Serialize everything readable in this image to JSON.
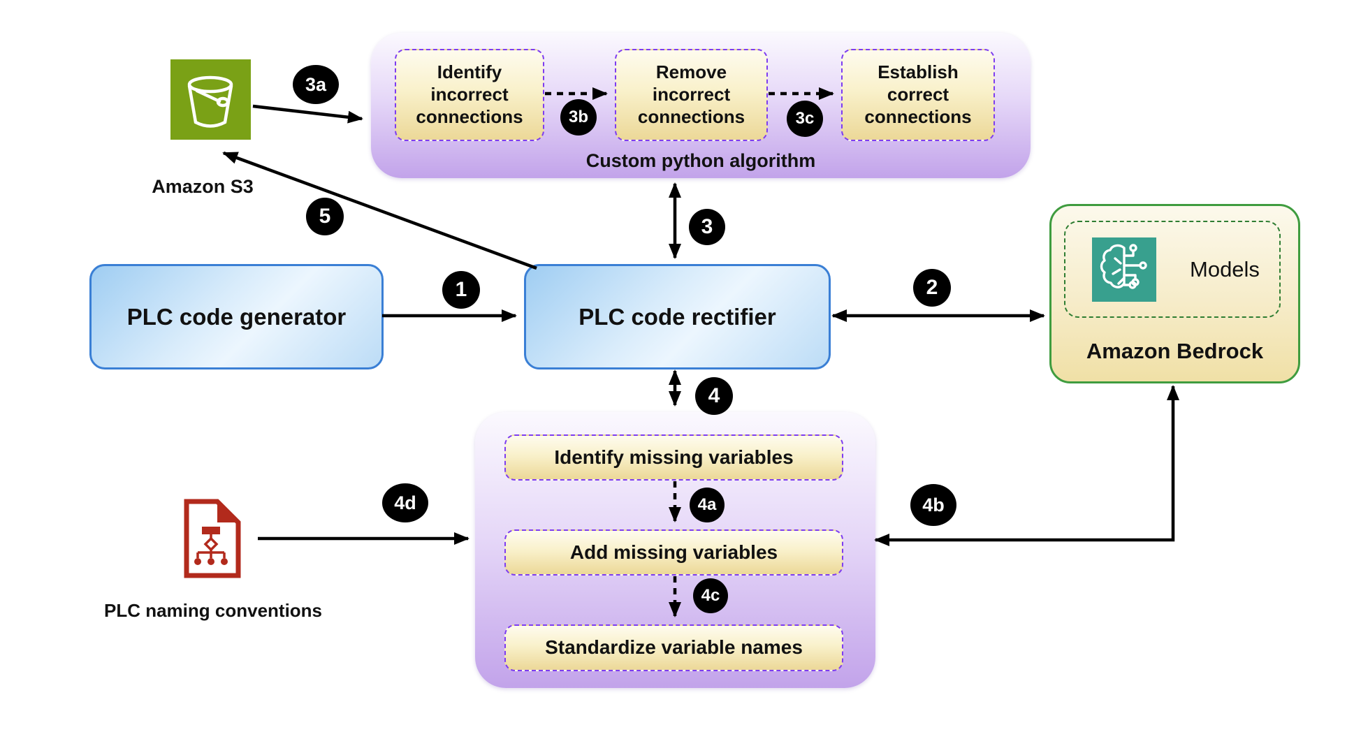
{
  "diagram": {
    "s3": {
      "label": "Amazon S3"
    },
    "top_container": {
      "caption": "Custom python algorithm",
      "steps": [
        {
          "lines": [
            "Identify",
            "incorrect",
            "connections"
          ]
        },
        {
          "lines": [
            "Remove",
            "incorrect",
            "connections"
          ]
        },
        {
          "lines": [
            "Establish",
            "correct",
            "connections"
          ]
        }
      ]
    },
    "generator": {
      "label": "PLC code generator"
    },
    "rectifier": {
      "label": "PLC code rectifier"
    },
    "bedrock": {
      "models_label": "Models",
      "label": "Amazon Bedrock"
    },
    "bottom_container": {
      "steps": [
        {
          "label": "Identify missing variables"
        },
        {
          "label": "Add missing variables"
        },
        {
          "label": "Standardize variable names"
        }
      ]
    },
    "naming": {
      "label": "PLC naming conventions"
    },
    "badges": {
      "b1": "1",
      "b2": "2",
      "b3": "3",
      "b4": "4",
      "b5": "5",
      "b3a": "3a",
      "b3b": "3b",
      "b3c": "3c",
      "b4a": "4a",
      "b4b": "4b",
      "b4c": "4c",
      "b4d": "4d"
    },
    "colors": {
      "container_purple": "#c2a3ea",
      "step_border_purple": "#7d3cf0",
      "blue_border": "#3a7fd5",
      "bedrock_border": "#3f9c3f",
      "s3_green": "#7aa116",
      "bedrock_icon_teal": "#38a08e",
      "doc_red": "#b22a1c",
      "badge_black": "#000000"
    }
  }
}
